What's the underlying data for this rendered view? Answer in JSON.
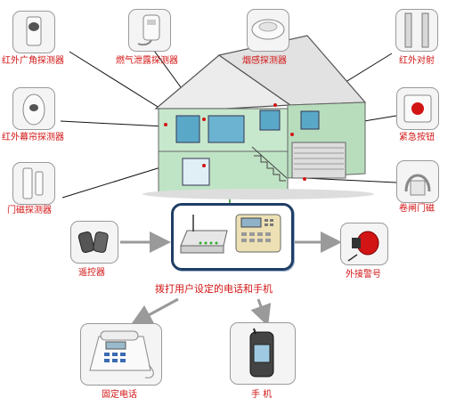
{
  "devices": {
    "ir_wide_angle": "红外广角探测器",
    "gas_leak": "燃气泄露探测器",
    "smoke": "烟感探测器",
    "ir_beam": "红外对射",
    "ir_curtain": "红外幕帘探测器",
    "panic_button": "紧急按钮",
    "door_magnet": "门磁探测器",
    "shutter_magnet": "卷闸门磁",
    "remote": "遥控器",
    "siren": "外接警号",
    "landline": "固定电话",
    "mobile": "手 机"
  },
  "center_caption": "拨打用户设定的电话和手机",
  "colors": {
    "label": "#d21414",
    "panel_border": "#1f3e66",
    "arrow": "#9a9a9a",
    "house_wall": "#bde3c2",
    "roof": "#eeeeee",
    "window": "#5aa8c8"
  }
}
